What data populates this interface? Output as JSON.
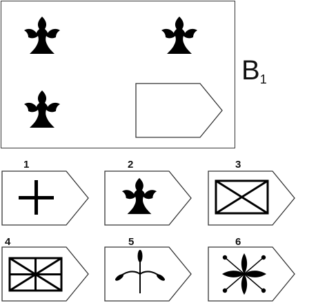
{
  "puzzle": {
    "id_main": "B",
    "id_sub": "1"
  },
  "options": [
    {
      "number": "1",
      "icon": "plus-icon"
    },
    {
      "number": "2",
      "icon": "fleur-de-lis-icon"
    },
    {
      "number": "3",
      "icon": "crossed-rectangle-icon"
    },
    {
      "number": "4",
      "icon": "union-jack-icon"
    },
    {
      "number": "5",
      "icon": "sprig-icon"
    },
    {
      "number": "6",
      "icon": "four-petal-flower-icon"
    }
  ]
}
